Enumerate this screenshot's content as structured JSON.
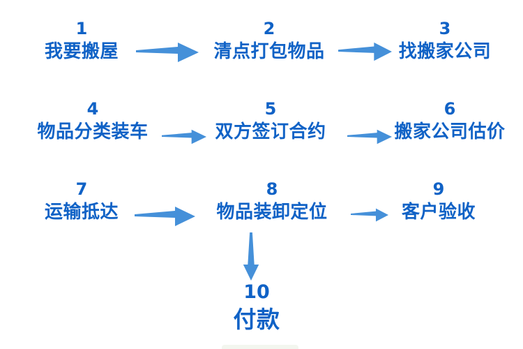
{
  "diagram": {
    "title": "moving-house process flowchart",
    "background": "#ffffff",
    "colors": {
      "text": "#1062c6",
      "arrow": "#4590d9"
    }
  },
  "flow": {
    "steps": [
      {
        "number": "1",
        "label": "我要搬屋"
      },
      {
        "number": "2",
        "label": "清点打包物品"
      },
      {
        "number": "3",
        "label": "找搬家公司"
      },
      {
        "number": "4",
        "label": "物品分类装车"
      },
      {
        "number": "5",
        "label": "双方签订合约"
      },
      {
        "number": "6",
        "label": "搬家公司估价"
      },
      {
        "number": "7",
        "label": "运输抵达"
      },
      {
        "number": "8",
        "label": "物品装卸定位"
      },
      {
        "number": "9",
        "label": "客户验收"
      },
      {
        "number": "10",
        "label": "付款"
      }
    ],
    "connections": [
      {
        "from": "1",
        "to": "2",
        "direction": "right"
      },
      {
        "from": "2",
        "to": "3",
        "direction": "right"
      },
      {
        "from": "4",
        "to": "5",
        "direction": "right"
      },
      {
        "from": "5",
        "to": "6",
        "direction": "right"
      },
      {
        "from": "7",
        "to": "8",
        "direction": "right"
      },
      {
        "from": "8",
        "to": "9",
        "direction": "right"
      },
      {
        "from": "8",
        "to": "10",
        "direction": "down"
      }
    ]
  }
}
